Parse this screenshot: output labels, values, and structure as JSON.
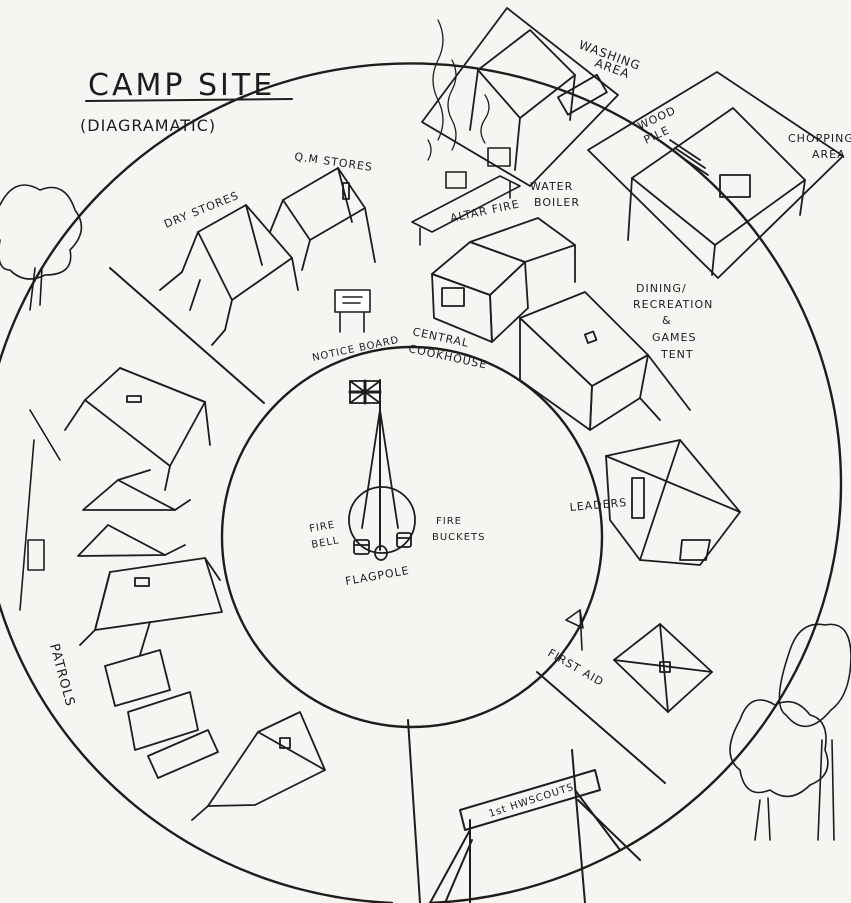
{
  "title": "CAMP SITE",
  "subtitle": "(DIAGRAMATIC)",
  "labels": {
    "washing_area": [
      "WASHING",
      "AREA"
    ],
    "wood_pile": [
      "WOOD",
      "PILE"
    ],
    "chopping_area": [
      "CHOPPING",
      "AREA"
    ],
    "water_boiler": [
      "WATER",
      "BOILER"
    ],
    "altar_fire": "ALTAR FIRE",
    "qm_stores": "Q.M STORES",
    "dry_stores": "DRY STORES",
    "notice_board": "NOTICE BOARD",
    "central_cookhouse": [
      "CENTRAL",
      "COOKHOUSE"
    ],
    "dining_tent": [
      "DINING/",
      "RECREATION",
      "&",
      "GAMES",
      "TENT"
    ],
    "leaders": "LEADERS",
    "first_aid": "FIRST AID",
    "fire_bell": [
      "FIRE",
      "BELL"
    ],
    "fire_buckets": [
      "FIRE",
      "BUCKETS"
    ],
    "flagpole": "FLAGPOLE",
    "patrols": "PATROLS",
    "gateway_sign": "1st HWSCOUTS"
  }
}
